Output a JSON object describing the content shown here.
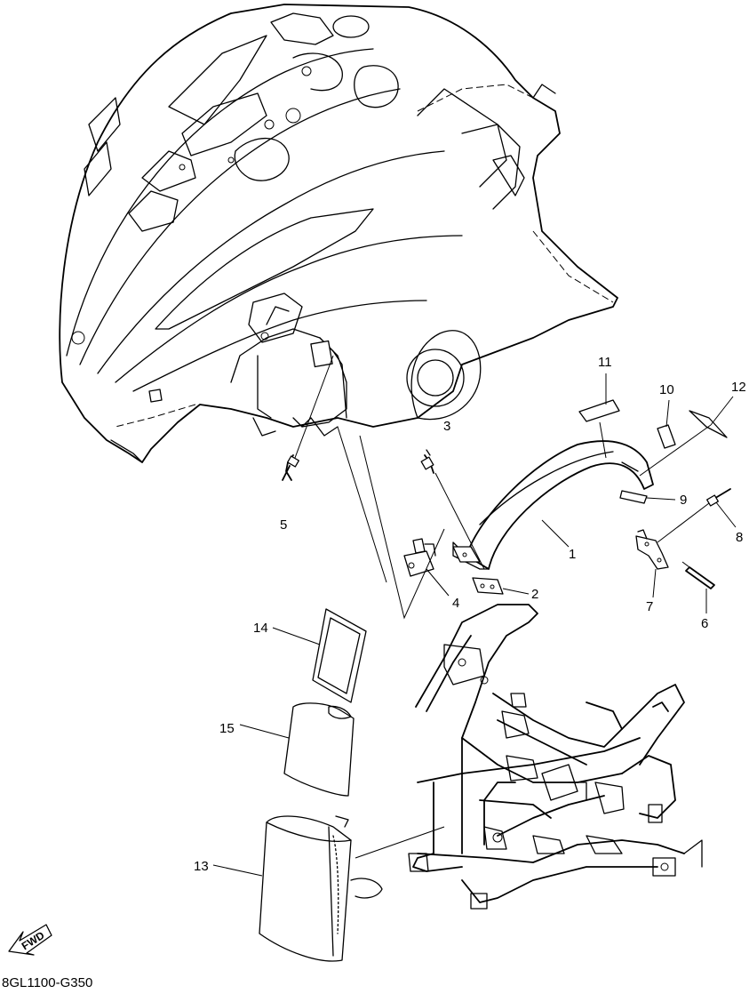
{
  "diagram": {
    "drawing_code": "8GL1100-G350",
    "fwd_label": "FWD",
    "callouts": {
      "c1": "1",
      "c2": "2",
      "c3": "3",
      "c4": "4",
      "c5": "5",
      "c6": "6",
      "c7": "7",
      "c8": "8",
      "c9": "9",
      "c10": "10",
      "c11": "11",
      "c12": "12",
      "c13": "13",
      "c14": "14",
      "c15": "15"
    }
  }
}
